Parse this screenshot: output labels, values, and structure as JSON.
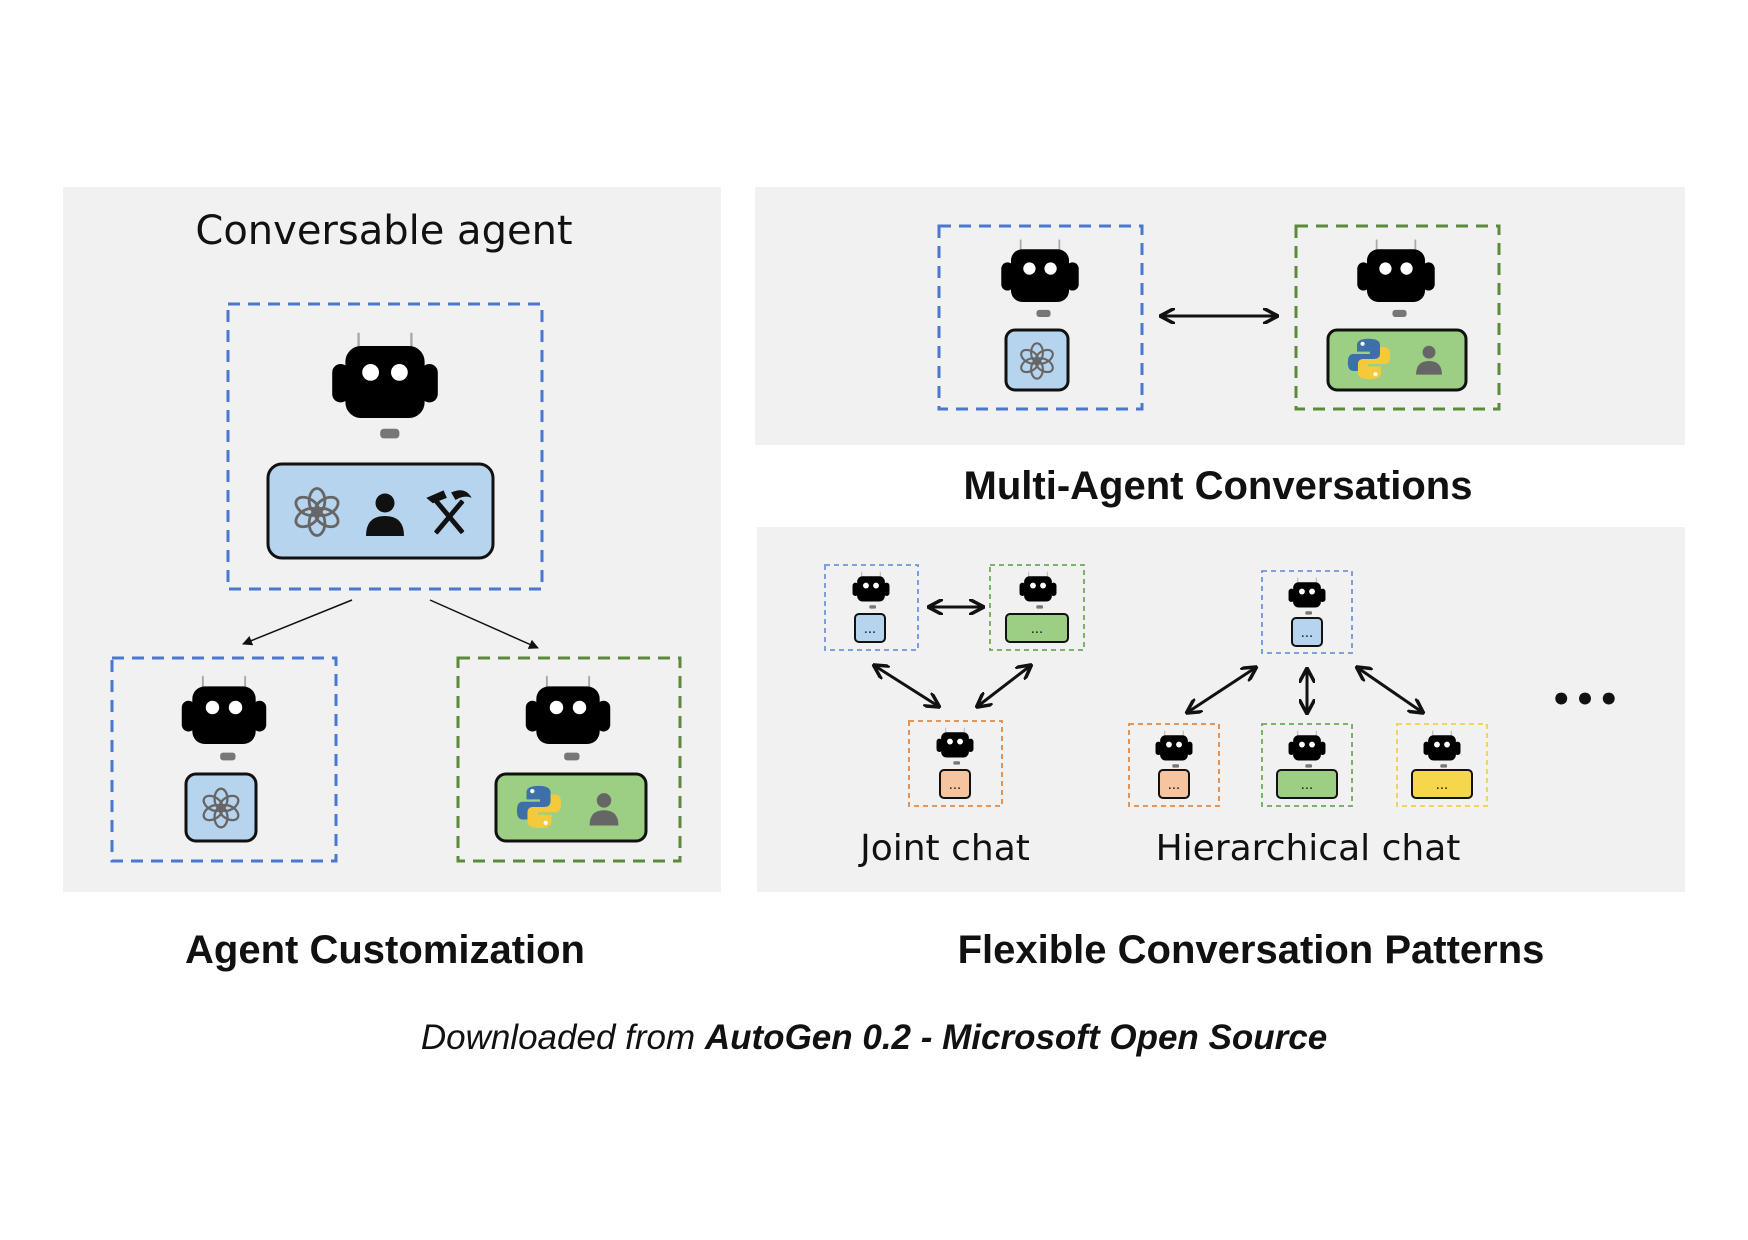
{
  "panels": {
    "customization": {
      "title": "Conversable agent",
      "caption": "Agent Customization"
    },
    "multi_agent": {
      "caption": "Multi-Agent Conversations"
    },
    "patterns": {
      "joint_label": "Joint chat",
      "hierarchical_label": "Hierarchical chat",
      "ellipsis": "•••",
      "caption": "Flexible Conversation Patterns"
    }
  },
  "footer": {
    "prefix": "Downloaded from ",
    "source": "AutoGen 0.2 - Microsoft Open Source"
  },
  "colors": {
    "blue_agent": "#6ea8e0",
    "green_agent": "#6fa85c",
    "orange_agent": "#b8784a",
    "yellow_agent": "#b8b03a",
    "blue_dash": "#4a78d0",
    "green_dash": "#5a8a3a",
    "orange_dash": "#e08a45",
    "yellow_dash": "#f2d04a"
  },
  "icons": [
    "robot-icon",
    "openai-icon",
    "person-icon",
    "hammer-pick-icon",
    "python-icon"
  ],
  "tool_box_text": "..."
}
